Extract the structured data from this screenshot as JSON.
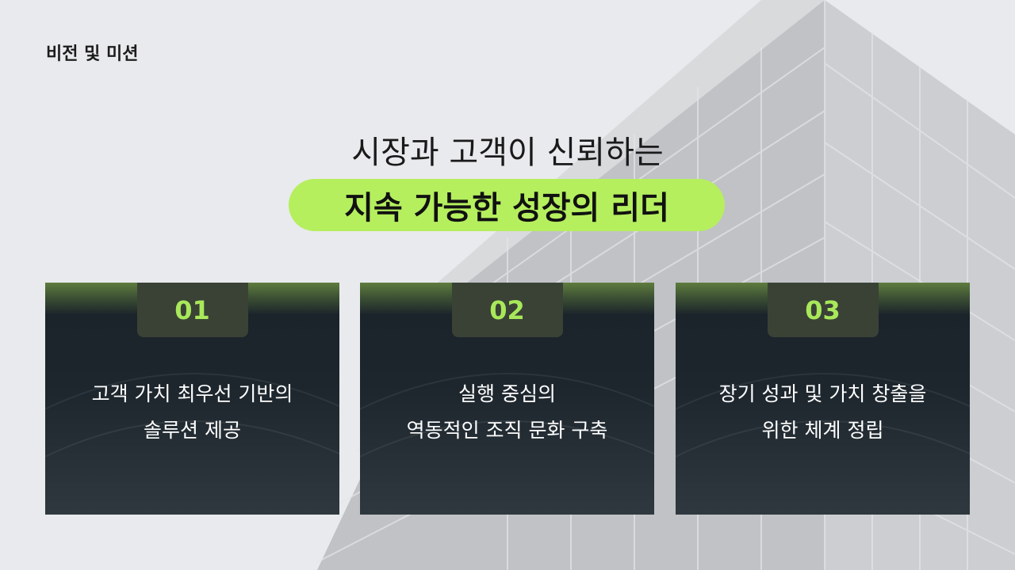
{
  "section_title": "비전 및 미션",
  "headline": "시장과 고객이 신뢰하는",
  "highlight": "지속 가능한 성장의 리더",
  "colors": {
    "accent": "#b5ef5e",
    "card_dark": "#1b232b",
    "number": "#a8e85a"
  },
  "cards": [
    {
      "number": "01",
      "line1": "고객 가치 최우선 기반의",
      "line2": "솔루션 제공"
    },
    {
      "number": "02",
      "line1": "실행 중심의",
      "line2": "역동적인 조직 문화 구축"
    },
    {
      "number": "03",
      "line1": "장기 성과 및 가치 창출을",
      "line2": "위한 체계 정립"
    }
  ]
}
